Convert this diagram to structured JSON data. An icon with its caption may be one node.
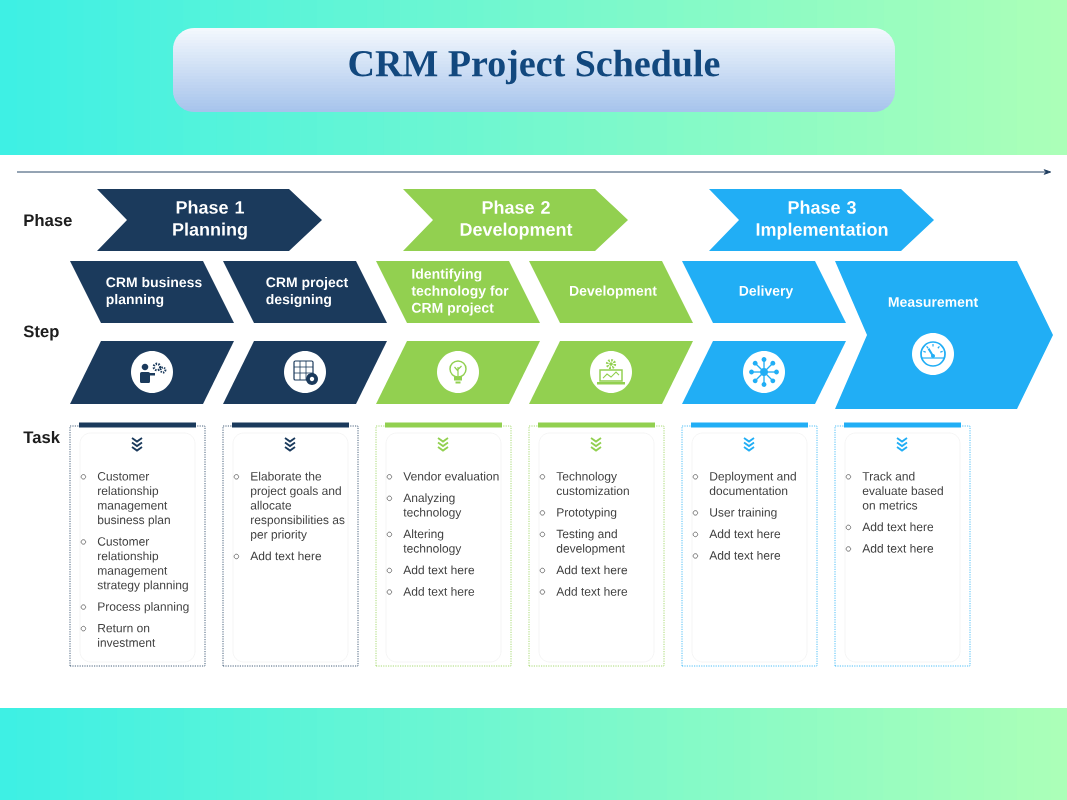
{
  "diagram": {
    "title": "CRM Project Schedule",
    "nodes": [
      {
        "text": [
          "Phase 1 Planning"
        ]
      },
      {
        "text": [
          "Phase 2 Development"
        ]
      },
      {
        "text": [
          "Phase 3 Implementation"
        ]
      },
      {
        "text": [
          "CRM business planning"
        ]
      },
      {
        "text": [
          "CRM project designing"
        ]
      },
      {
        "text": [
          "Identifying technology for CRM project"
        ]
      },
      {
        "text": [
          "Development"
        ]
      },
      {
        "text": [
          "Delivery"
        ]
      },
      {
        "text": [
          "Measurement"
        ]
      },
      {
        "text": [],
        "shape": "parallelogram"
      },
      {
        "text": [],
        "shape": "parallelogram"
      },
      {
        "text": [],
        "shape": "parallelogram"
      },
      {
        "text": [],
        "shape": "parallelogram"
      },
      {
        "text": [],
        "shape": "parallelogram"
      },
      {
        "text": [
          "Customer relationship management business plan",
          "Customer relationship management strategy planning",
          "Process planning",
          "Return on investment"
        ]
      },
      {
        "text": [
          "Elaborate the project goals and allocate responsibilities as per priority",
          "Add text here"
        ]
      },
      {
        "text": [
          "Vendor evaluation",
          "Analyzing technology",
          "Altering technology",
          "Add text here",
          "Add text here"
        ]
      },
      {
        "text": [
          "Technology customization",
          "Prototyping",
          "Testing and development",
          "Add text here",
          "Add text here"
        ]
      },
      {
        "text": [
          "Deployment and documentation",
          "User training",
          "Add text here",
          "Add text here"
        ]
      },
      {
        "text": [
          "Track and evaluate based on metrics",
          "Add text here",
          "Add text here"
        ]
      }
    ],
    "labels": [
      "Phase",
      "Step",
      "Task"
    ]
  }
}
